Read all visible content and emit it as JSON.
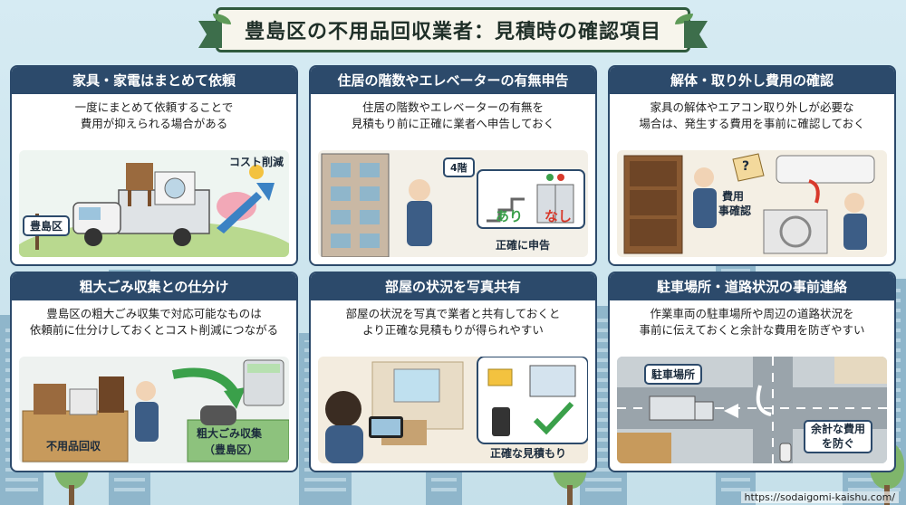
{
  "title": "豊島区の不用品回収業者：見積時の確認項目",
  "cards": [
    {
      "heading": "家具・家電はまとめて依頼",
      "desc_line1": "一度にまとめて依頼することで",
      "desc_line2": "費用が抑えられる場合がある",
      "labels": [
        "コスト削減",
        "豊島区"
      ]
    },
    {
      "heading": "住居の階数やエレベーターの有無申告",
      "desc_line1": "住居の階数やエレベーターの有無を",
      "desc_line2": "見積もり前に正確に業者へ申告しておく",
      "labels": [
        "4階",
        "あり",
        "なし",
        "正確に申告"
      ]
    },
    {
      "heading": "解体・取り外し費用の確認",
      "desc_line1": "家具の解体やエアコン取り外しが必要な",
      "desc_line2": "場合は、発生する費用を事前に確認しておく",
      "labels": [
        "費用",
        "事確認",
        "?"
      ]
    },
    {
      "heading": "粗大ごみ収集との仕分け",
      "desc_line1": "豊島区の粗大ごみ収集で対応可能なものは",
      "desc_line2": "依頼前に仕分けしておくとコスト削減につながる",
      "labels": [
        "不用品回収",
        "粗大ごみ収集",
        "（豊島区）"
      ]
    },
    {
      "heading": "部屋の状況を写真共有",
      "desc_line1": "部屋の状況を写真で業者と共有しておくと",
      "desc_line2": "より正確な見積もりが得られやすい",
      "labels": [
        "正確な見積もり"
      ]
    },
    {
      "heading": "駐車場所・道路状況の事前連絡",
      "desc_line1": "作業車両の駐車場所や周辺の道路状況を",
      "desc_line2": "事前に伝えておくと余計な費用を防ぎやすい",
      "labels": [
        "駐車場所",
        "余計な費用",
        "を防ぐ"
      ]
    }
  ],
  "footer_url": "https://sodaigomi-kaishu.com/",
  "colors": {
    "card_header": "#2c4a6b",
    "banner_border": "#2f5a3d",
    "background": "#cfe4ee",
    "accent_green": "#3aa04a",
    "accent_red": "#d8392b"
  }
}
